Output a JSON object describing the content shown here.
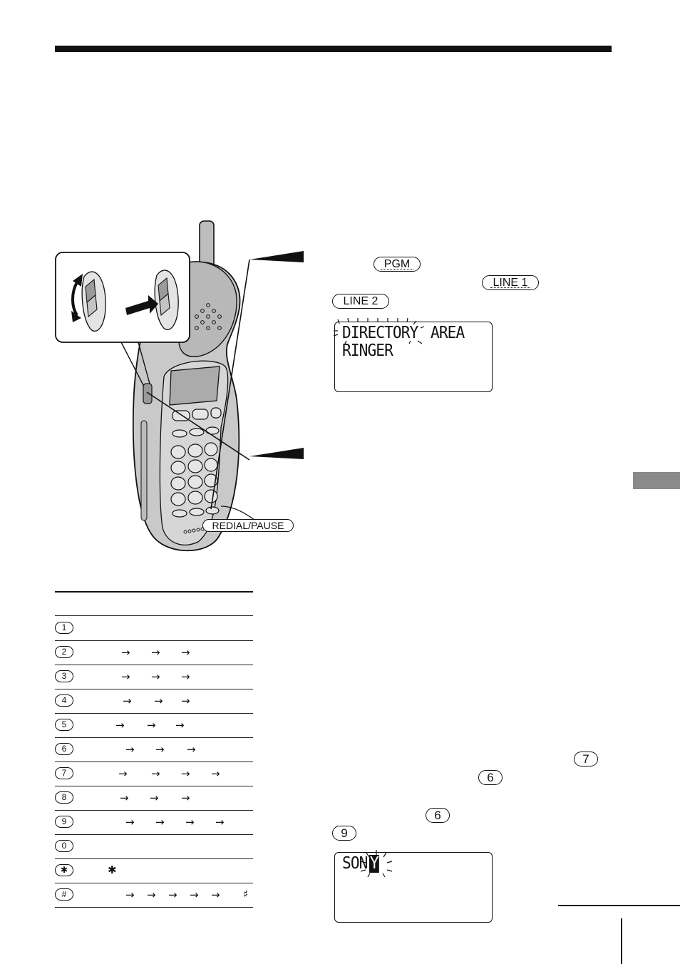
{
  "buttons": {
    "pgm": "PGM",
    "line1": "LINE 1",
    "line2": "LINE 2",
    "redial_pause": "REDIAL/PAUSE",
    "key_7": "7",
    "key_6a": "6",
    "key_6b": "6",
    "key_9": "9"
  },
  "display1": {
    "line1_word1": "DIRECTORY",
    "line1_word2": "AREA",
    "line2": "RINGER"
  },
  "display2": {
    "text": "SON",
    "cursor": "Y"
  },
  "key_table": {
    "rows": [
      {
        "key": "1",
        "arrows": 0,
        "suffix": ""
      },
      {
        "key": "2",
        "arrows": 3,
        "suffix": ""
      },
      {
        "key": "3",
        "arrows": 3,
        "suffix": ""
      },
      {
        "key": "4",
        "arrows": 3,
        "suffix": ""
      },
      {
        "key": "5",
        "arrows": 3,
        "suffix": ""
      },
      {
        "key": "6",
        "arrows": 3,
        "suffix": ""
      },
      {
        "key": "7",
        "arrows": 4,
        "suffix": ""
      },
      {
        "key": "8",
        "arrows": 3,
        "suffix": ""
      },
      {
        "key": "9",
        "arrows": 4,
        "suffix": ""
      },
      {
        "key": "0",
        "arrows": 0,
        "suffix": ""
      },
      {
        "key": "✱",
        "arrows": 0,
        "suffix": "✱"
      },
      {
        "key": "#",
        "arrows": 5,
        "suffix": "♯"
      }
    ]
  }
}
